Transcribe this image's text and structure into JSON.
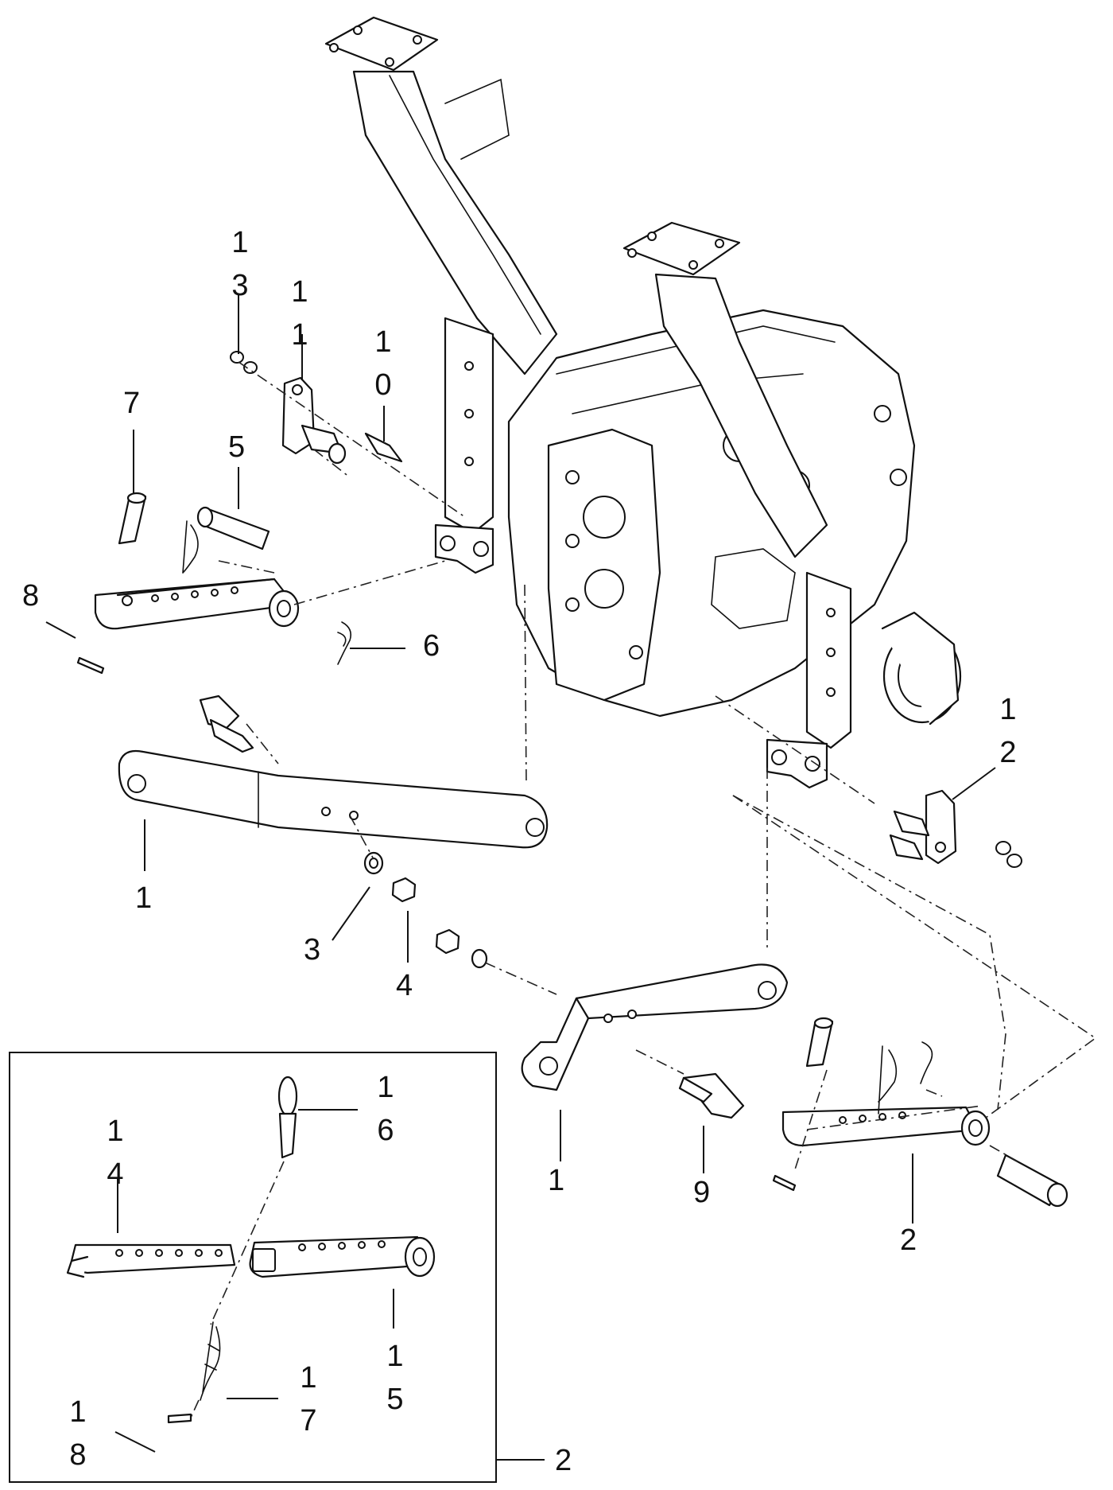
{
  "callouts": {
    "c1_upper": "1",
    "c1_lower": "1",
    "c2_right": "2",
    "c2_inset": "2",
    "c3": "3",
    "c4": "4",
    "c5": "5",
    "c6": "6",
    "c7": "7",
    "c8": "8",
    "c9": "9",
    "c10": "1\n0",
    "c11": "1\n1",
    "c12": "1\n2",
    "c13": "1\n3",
    "c14": "1\n4",
    "c15_inset": "1\n5",
    "c16": "1\n6",
    "c17": "1\n7",
    "c18": "1\n8"
  },
  "colors": {
    "line": "#111111",
    "background": "#ffffff"
  }
}
